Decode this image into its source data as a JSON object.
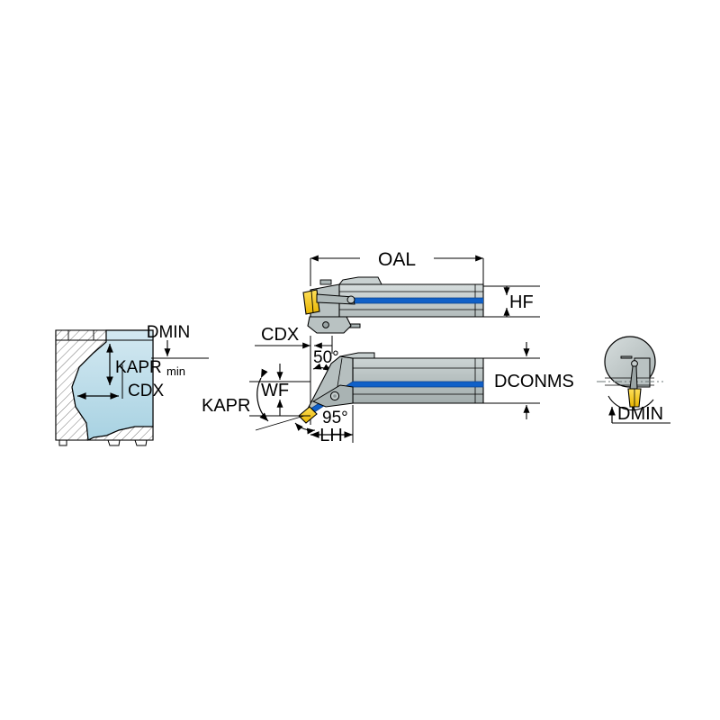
{
  "diagram": {
    "title": "Boring bar tool holder dimension diagram",
    "background_color": "#ffffff",
    "line_color": "#000000",
    "body_color": "#b9c2c2",
    "body_color_light": "#c9d1d1",
    "body_color_dark": "#9fa9a9",
    "coolant_color": "#1060c8",
    "insert_color": "#f2c400",
    "workpiece_color_light": "#dcecf4",
    "workpiece_color_dark": "#9fcbdd"
  },
  "views": {
    "workpiece_section": {
      "name": "workpiece-cross-section-view",
      "labels": {
        "dmin": "DMIN",
        "kapr": "KAPR",
        "kapr_sub": "min",
        "cdx": "CDX"
      }
    },
    "top_view": {
      "name": "tool-top-view",
      "labels": {
        "oal": "OAL",
        "hf": "HF"
      }
    },
    "side_view": {
      "name": "tool-side-view",
      "labels": {
        "cdx": "CDX",
        "angle_lead": "50°",
        "wf": "WF",
        "kapr": "KAPR",
        "angle_kapr": "95°",
        "lh": "LH",
        "dconms": "DCONMS"
      }
    },
    "end_section": {
      "name": "tool-end-cross-section-view",
      "labels": {
        "dmin": "DMIN"
      }
    }
  },
  "chart_data": {
    "type": "table",
    "title": "Boring bar tool holder dimension callouts",
    "categories": [
      "DMIN",
      "KAPR min",
      "CDX",
      "OAL",
      "HF",
      "50°",
      "WF",
      "KAPR",
      "95°",
      "LH",
      "DCONMS"
    ],
    "values": [
      "DMIN",
      "KAPR min",
      "CDX",
      "OAL",
      "HF",
      "50°",
      "WF",
      "KAPR",
      "95°",
      "LH",
      "DCONMS"
    ],
    "xlabel": "",
    "ylabel": ""
  }
}
